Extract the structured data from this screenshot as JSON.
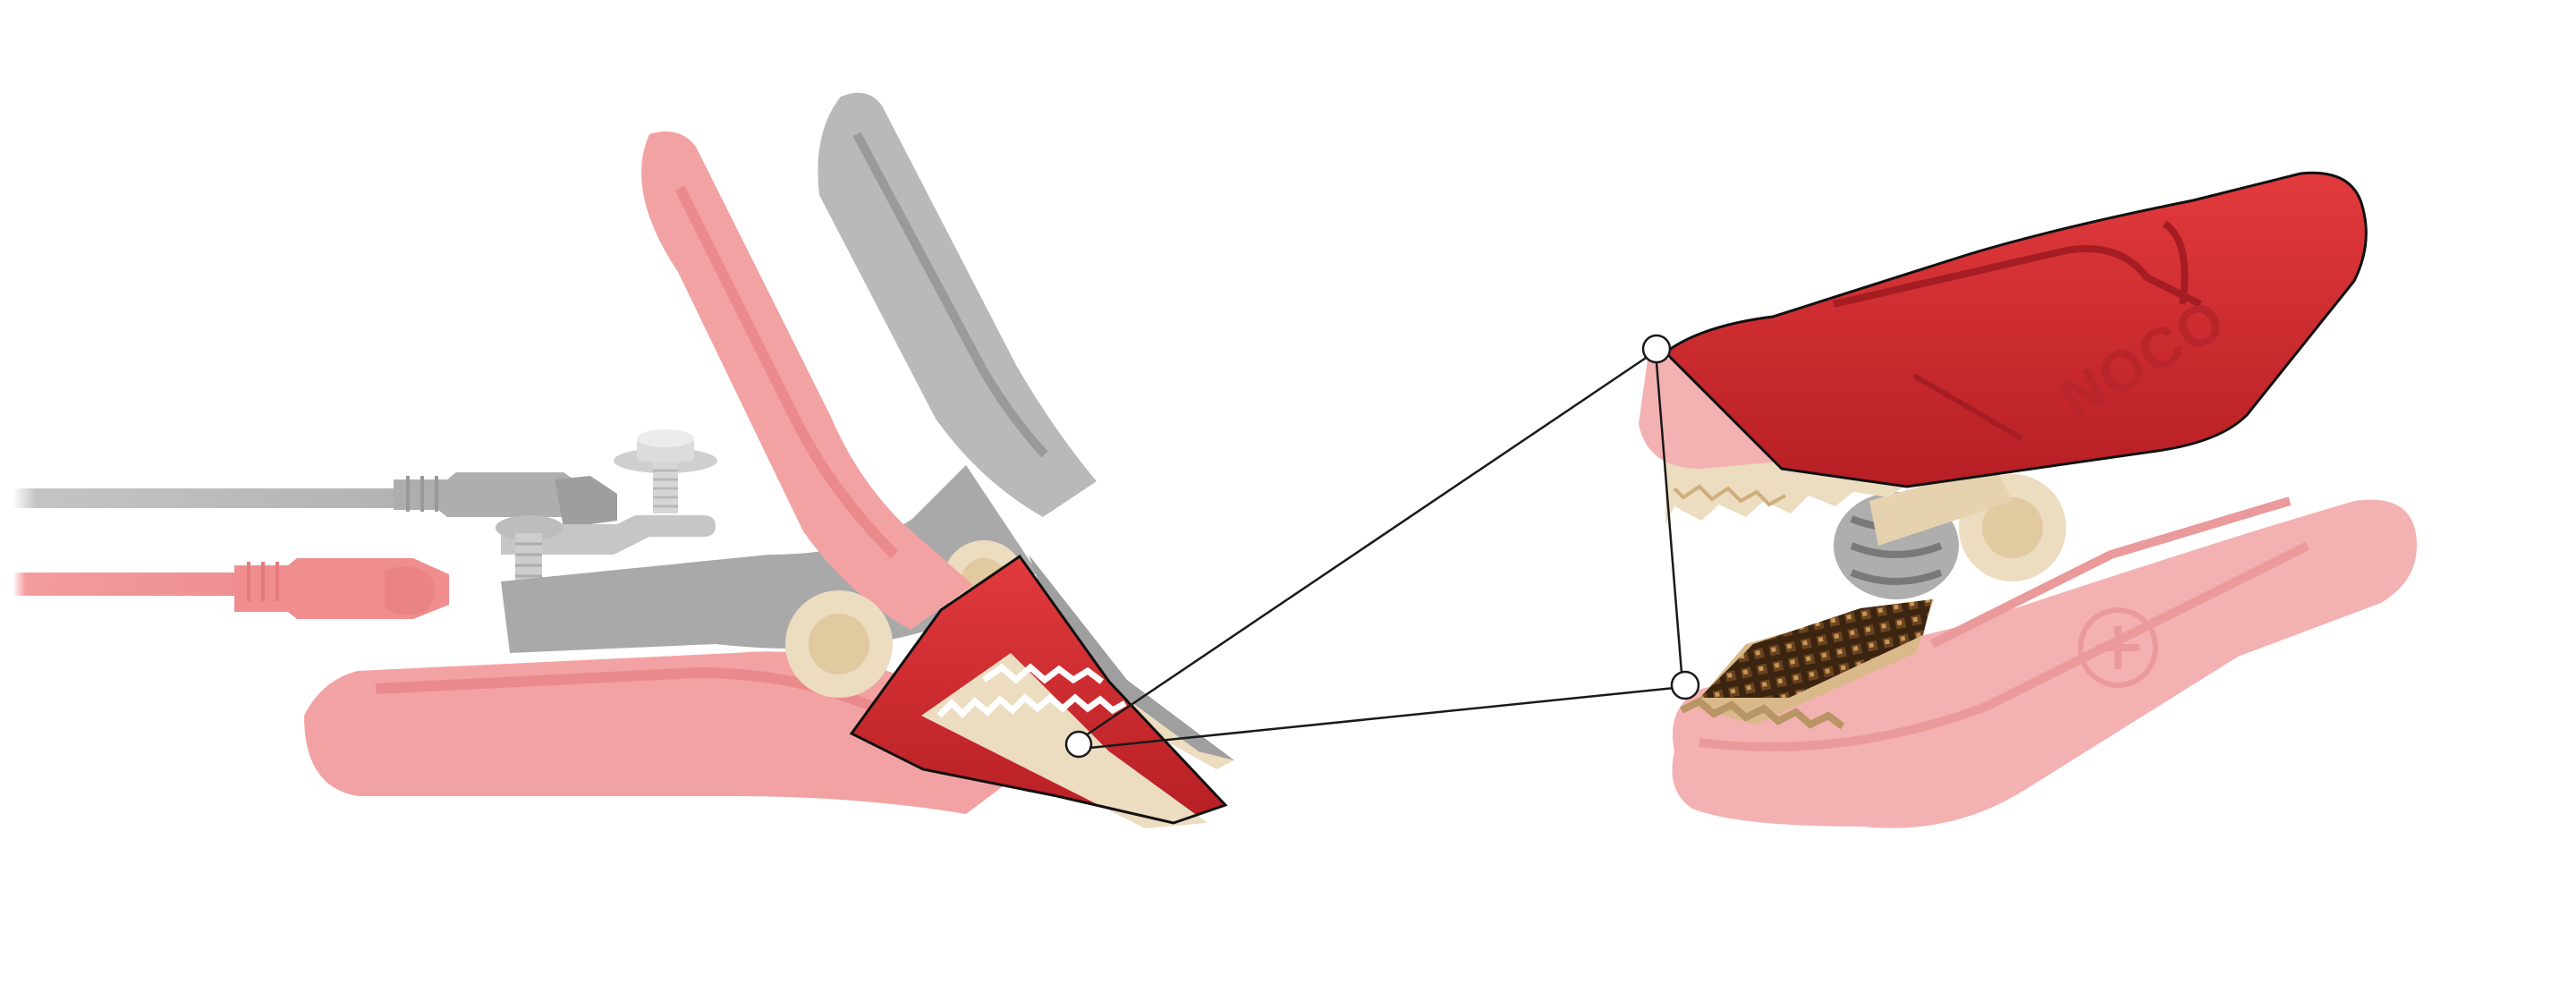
{
  "product": {
    "logo_text": "NOCO",
    "colors": {
      "background": "#ffffff",
      "red": "#d42a2e",
      "red_dark": "#a51d22",
      "red_faded": "#f3a2a3",
      "red_faded_dark": "#ea8a8c",
      "gray_faded": "#b9b9b9",
      "gray_faded_dark": "#8f8f8f",
      "copper": "#e9cfa4",
      "copper_dark": "#caa56f",
      "copper_grip": "#4a2e16",
      "leader_line": "#1a1a1a"
    }
  },
  "callout": {
    "source": "clamp-jaw-tip",
    "target": "clamp-jaw-closeup"
  }
}
